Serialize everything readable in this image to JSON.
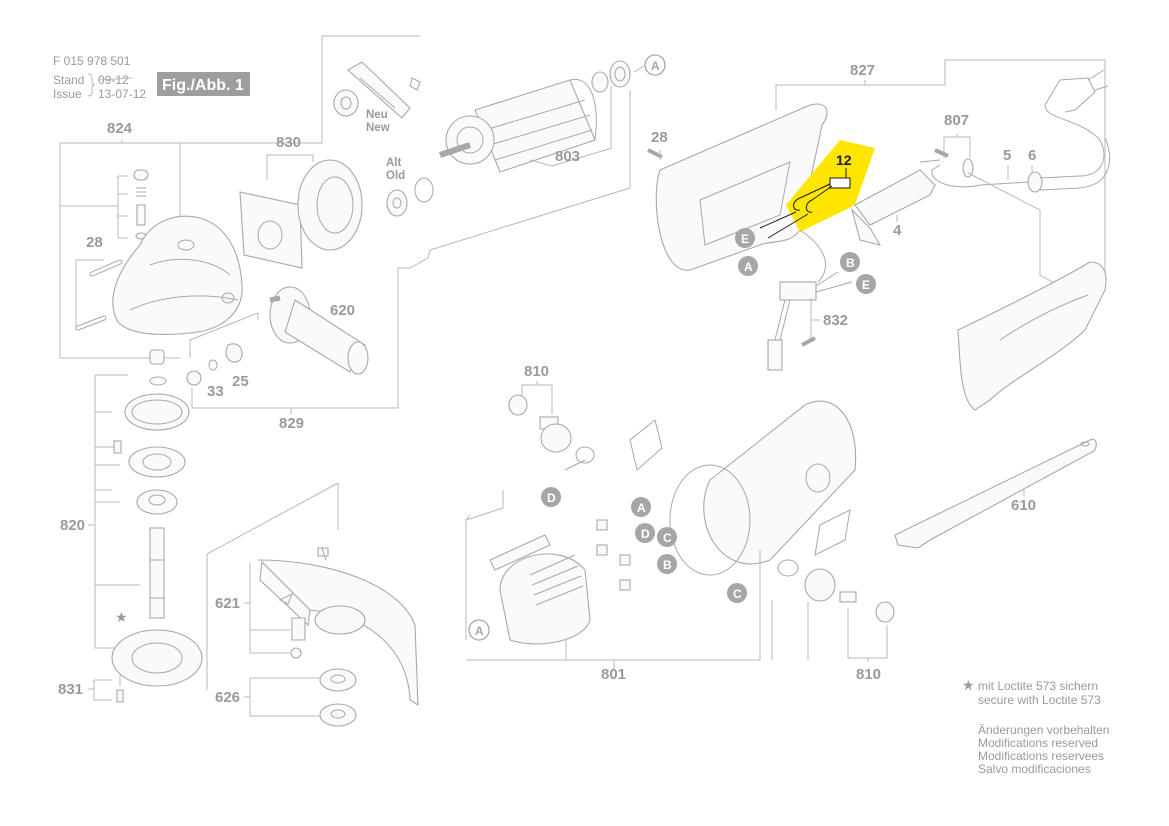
{
  "header": {
    "doc_number": "F 015 978 501",
    "stand_label": "Stand",
    "issue_label": "Issue",
    "old_date": "09-12",
    "issue_date": "13-07-12",
    "figure_label": "Fig./Abb. 1"
  },
  "highlight": {
    "part_number": "12",
    "color": "#FFE600"
  },
  "labels": {
    "p824": "824",
    "p28a": "28",
    "p830": "830",
    "p803": "803",
    "p28b": "28",
    "p827": "827",
    "p807": "807",
    "p5": "5",
    "p6": "6",
    "p4": "4",
    "p832": "832",
    "p620": "620",
    "p25": "25",
    "p33": "33",
    "p829": "829",
    "p810a": "810",
    "p820": "820",
    "p610": "610",
    "p621": "621",
    "p801": "801",
    "p810b": "810",
    "p831": "831",
    "p626": "626",
    "neu": "Neu",
    "new": "New",
    "alt": "Alt",
    "old": "Old"
  },
  "connectors": {
    "A1": "A",
    "E1": "E",
    "A2": "A",
    "B1": "B",
    "E2": "E",
    "D1": "D",
    "A3": "A",
    "D2": "D",
    "C1": "C",
    "B2": "B",
    "C2": "C",
    "A4": "A"
  },
  "notes": {
    "star": "★",
    "loctite_de": "mit Loctite 573 sichern",
    "loctite_en": "secure with Loctite 573",
    "mod_de": "Änderungen vorbehalten",
    "mod_en": "Modifications reserved",
    "mod_fr": "Modifications reservees",
    "mod_es": "Salvo modificaciones"
  }
}
